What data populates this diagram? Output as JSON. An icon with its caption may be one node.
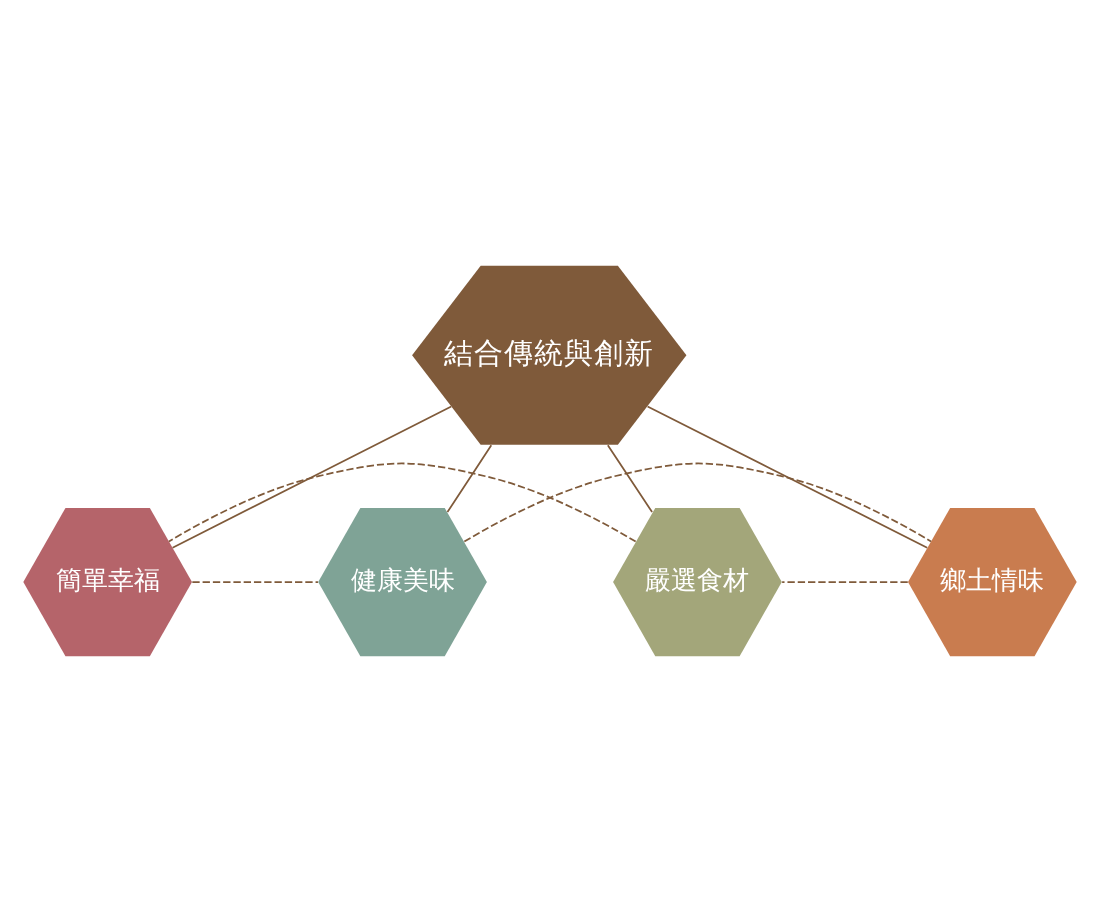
{
  "diagram": {
    "nodes": [
      {
        "text": [
          "簡單幸福"
        ]
      },
      {
        "text": [
          "健康美味"
        ]
      },
      {
        "text": [
          "結合傳統與創新"
        ]
      },
      {
        "text": [
          "嚴選食材"
        ]
      },
      {
        "text": [
          "鄉土情味"
        ]
      }
    ],
    "edges": [
      {
        "from": 2,
        "to": 0,
        "arrow": "none"
      },
      {
        "from": 2,
        "to": 1,
        "arrow": "none"
      },
      {
        "from": 2,
        "to": 3,
        "arrow": "none"
      },
      {
        "from": 2,
        "to": 4,
        "arrow": "none"
      },
      {
        "from": 0,
        "to": 1,
        "arrow": "none",
        "style": "dashed"
      },
      {
        "from": 1,
        "to": 4,
        "arrow": "none",
        "style": "dashed"
      },
      {
        "from": 4,
        "to": 3,
        "arrow": "none",
        "style": "dashed"
      },
      {
        "from": 3,
        "to": 0,
        "arrow": "none",
        "style": "dashed"
      }
    ]
  }
}
